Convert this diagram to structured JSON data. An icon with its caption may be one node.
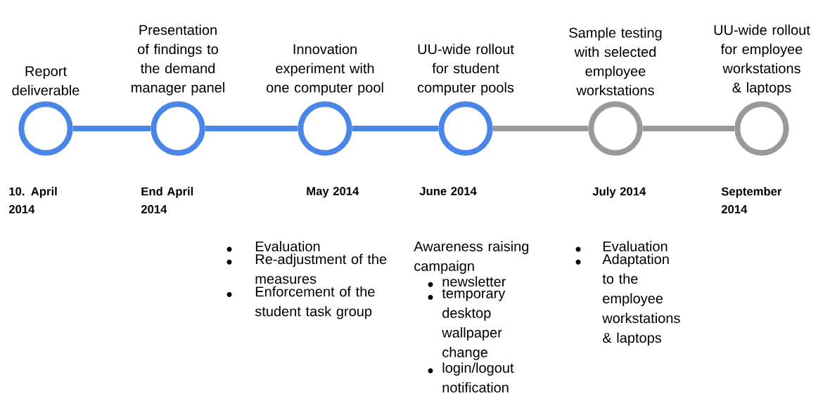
{
  "diagram": {
    "nodes": [
      {
        "text": [
          "Report deliverable"
        ],
        "beside": [
          "10. April 2014"
        ]
      },
      {
        "text": [
          "Presentation of findings to the demand manager panel"
        ],
        "beside": [
          "End April 2014"
        ]
      },
      {
        "text": [
          "Innovation experiment with one computer pool"
        ],
        "beside": [
          "May 2014",
          "Evaluation",
          "Re-adjustment of the measures",
          "Enforcement of the student task group"
        ]
      },
      {
        "text": [
          "UU-wide rollout for student computer pools"
        ],
        "beside": [
          "June 2014",
          "Awareness raising campaign",
          "newsletter",
          "temporary desktop wallpaper change",
          "login/logout notification"
        ]
      },
      {
        "text": [
          "Sample testing with selected employee workstations"
        ],
        "beside": [
          "July 2014",
          "Evaluation",
          "Adaptation to the employee workstations & laptops"
        ]
      },
      {
        "text": [
          "UU-wide rollout for employee workstations & laptops"
        ],
        "beside": [
          "September 2014"
        ]
      }
    ],
    "edges": [
      {
        "from": 0,
        "to": 1,
        "arrow": "none"
      },
      {
        "from": 1,
        "to": 2,
        "arrow": "none"
      },
      {
        "from": 2,
        "to": 3,
        "arrow": "none"
      },
      {
        "from": 3,
        "to": 4,
        "arrow": "none",
        "color": "#999999"
      },
      {
        "from": 4,
        "to": 5,
        "arrow": "none",
        "color": "#999999"
      }
    ]
  }
}
